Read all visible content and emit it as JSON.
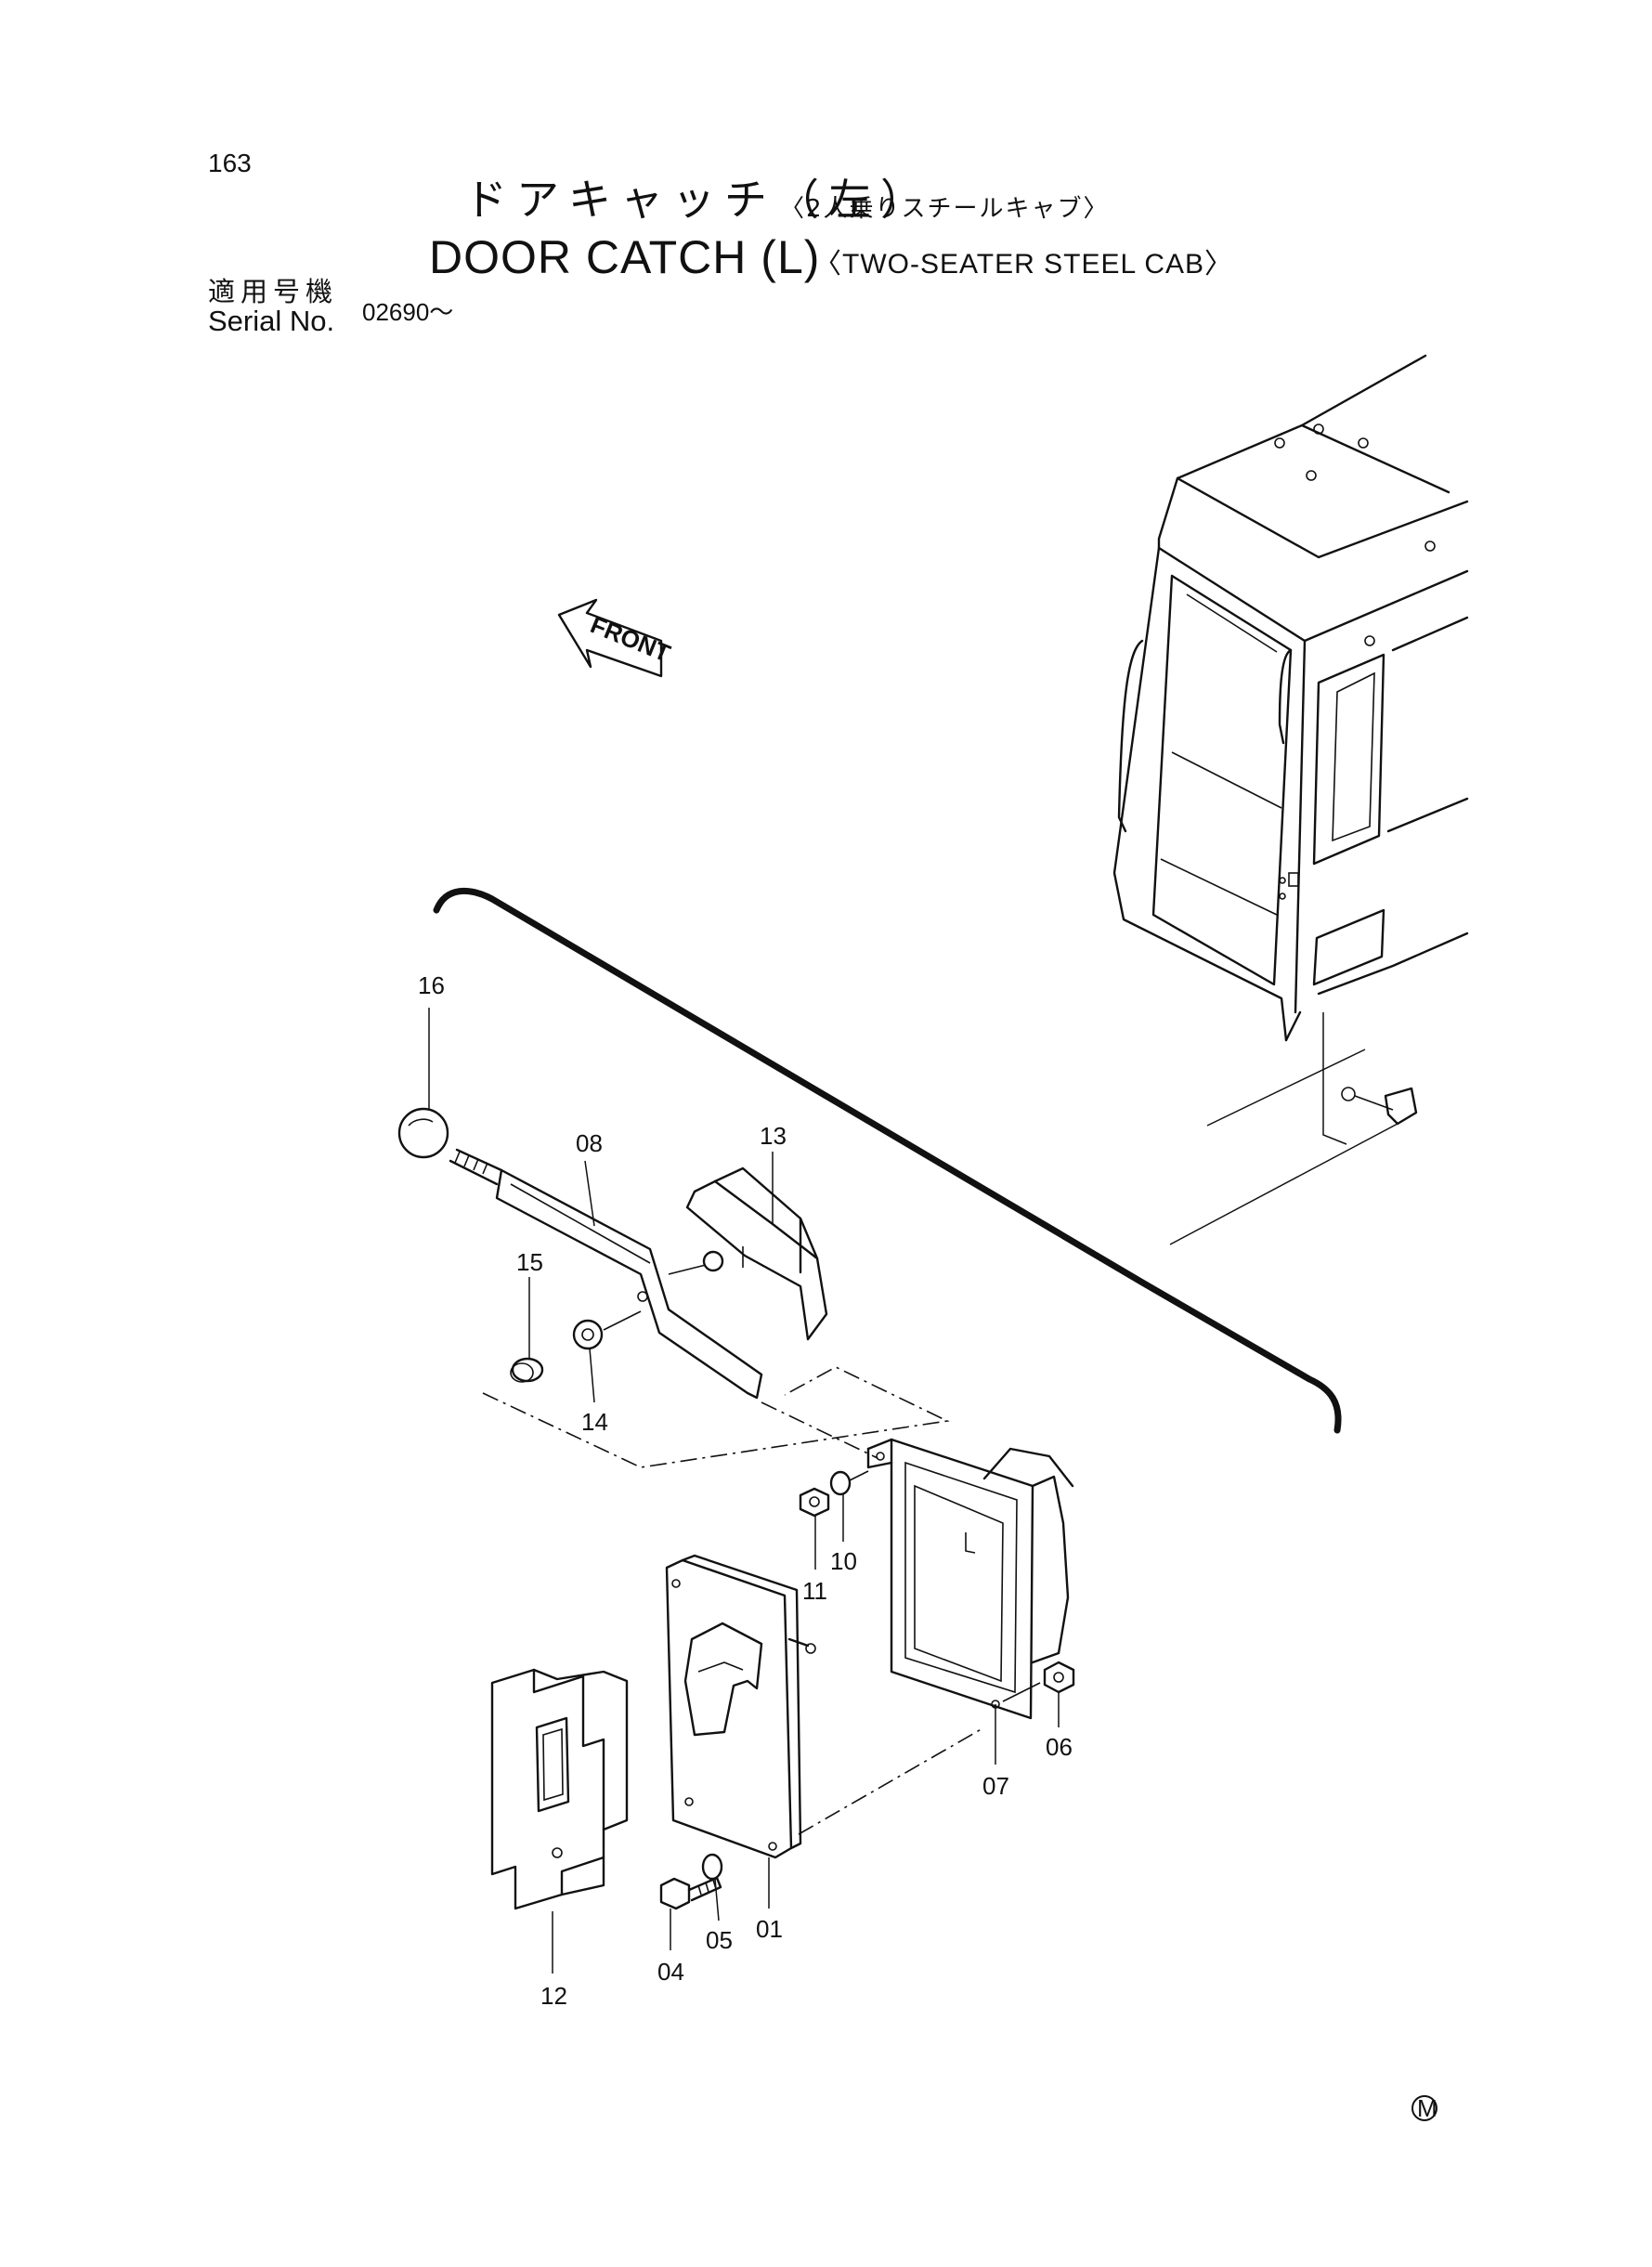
{
  "page_number": "163",
  "title": {
    "jp": "ドアキャッチ（左）",
    "jp_note": "〈2人乗りスチールキャブ〉",
    "en": "DOOR CATCH (L)",
    "en_note": "〈TWO-SEATER STEEL CAB〉"
  },
  "serial": {
    "label_jp": "適用号機",
    "label_en": "Serial No.",
    "value": "02690～"
  },
  "direction_label": "FRONT",
  "parts": {
    "p01": "01",
    "p04": "04",
    "p05": "05",
    "p06": "06",
    "p07": "07",
    "p08": "08",
    "p10": "10",
    "p11": "11",
    "p12": "12",
    "p13": "13",
    "p14": "14",
    "p15": "15",
    "p16": "16"
  },
  "mark": "M"
}
